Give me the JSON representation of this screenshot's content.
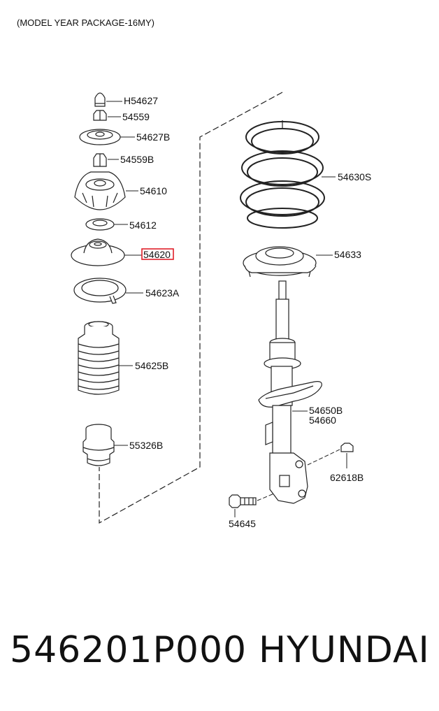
{
  "header": "(MODEL YEAR PACKAGE-16MY)",
  "labels": {
    "h54627": "H54627",
    "p54559": "54559",
    "p54627b": "54627B",
    "p54559b": "54559B",
    "p54610": "54610",
    "p54612": "54612",
    "p54620": "54620",
    "p54623a": "54623A",
    "p54625b": "54625B",
    "p55326b": "55326B",
    "p54630s": "54630S",
    "p54633": "54633",
    "p54650b": "54650B",
    "p54660": "54660",
    "p62618b": "62618B",
    "p54645": "54645"
  },
  "highlight_color": "#e0202a",
  "footer": {
    "part_number": "546201P000",
    "brand": "HYUNDAI"
  }
}
